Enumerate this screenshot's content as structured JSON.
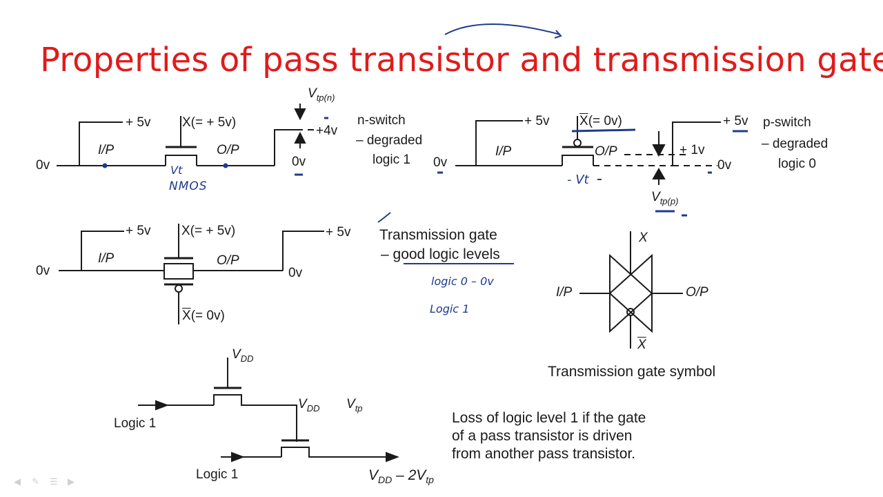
{
  "slide": {
    "title": "Properties of pass transistor and transmission gates",
    "colors": {
      "title": "#e01b1b",
      "ink": "#1a1a1a",
      "handwriting": "#1f3a8c"
    }
  },
  "nmos": {
    "v5": "+ 5v",
    "x": "X(= + 5v)",
    "zero_in": "0v",
    "ip": "I/P",
    "op": "O/P",
    "vtp": "V",
    "vtp_sub": "tp(n)",
    "plus4": "+4v",
    "zero_out": "0v",
    "desc1": "n-switch",
    "desc2": "– degraded",
    "desc3": "logic 1",
    "note_vt": "Vt",
    "note_nmos": "NMOS"
  },
  "pmos": {
    "zero_in": "0v",
    "v5": "+ 5v",
    "xbar_x": "X",
    "xbar_rest": "(= 0v)",
    "ip": "I/P",
    "op": "O/P",
    "plus1": "+ 1v",
    "plus5": "+ 5v",
    "zero_out": "0v",
    "vtp": "V",
    "vtp_sub": "tp(p)",
    "desc1": "p-switch",
    "desc2": "– degraded",
    "desc3": "logic 0",
    "note_vt": "- Vt"
  },
  "tgate": {
    "zero_in": "0v",
    "v5": "+ 5v",
    "x": "X(= + 5v)",
    "ip": "I/P",
    "op": "O/P",
    "plus5_out": "+ 5v",
    "zero_out": "0v",
    "xbar_x": "X",
    "xbar_rest": "(= 0v)",
    "desc1": "Transmission gate",
    "desc2": "– good logic levels",
    "note1": "logic 0 – 0v",
    "note2": "Logic 1"
  },
  "symbol": {
    "x": "X",
    "ip": "I/P",
    "op": "O/P",
    "xbar": "X",
    "caption": "Transmission gate symbol"
  },
  "chain": {
    "vdd_top": "V",
    "vdd_top_sub": "DD",
    "vdd_mid": "V",
    "vdd_mid_sub": "DD",
    "vtp_mid": "V",
    "vtp_mid_sub": "tp",
    "logic1_a": "Logic 1",
    "logic1_b": "Logic 1",
    "vout": "V",
    "vout_sub": "DD",
    "vout_rest": " – 2V",
    "vout_rest_sub": "tp",
    "note": [
      "Loss of logic level 1 if the gate",
      "of a pass transistor is driven",
      "from another pass transistor."
    ]
  },
  "toolbar": {
    "icons": [
      "back-arrow-icon",
      "pen-icon",
      "menu-icon",
      "forward-arrow-icon"
    ]
  }
}
